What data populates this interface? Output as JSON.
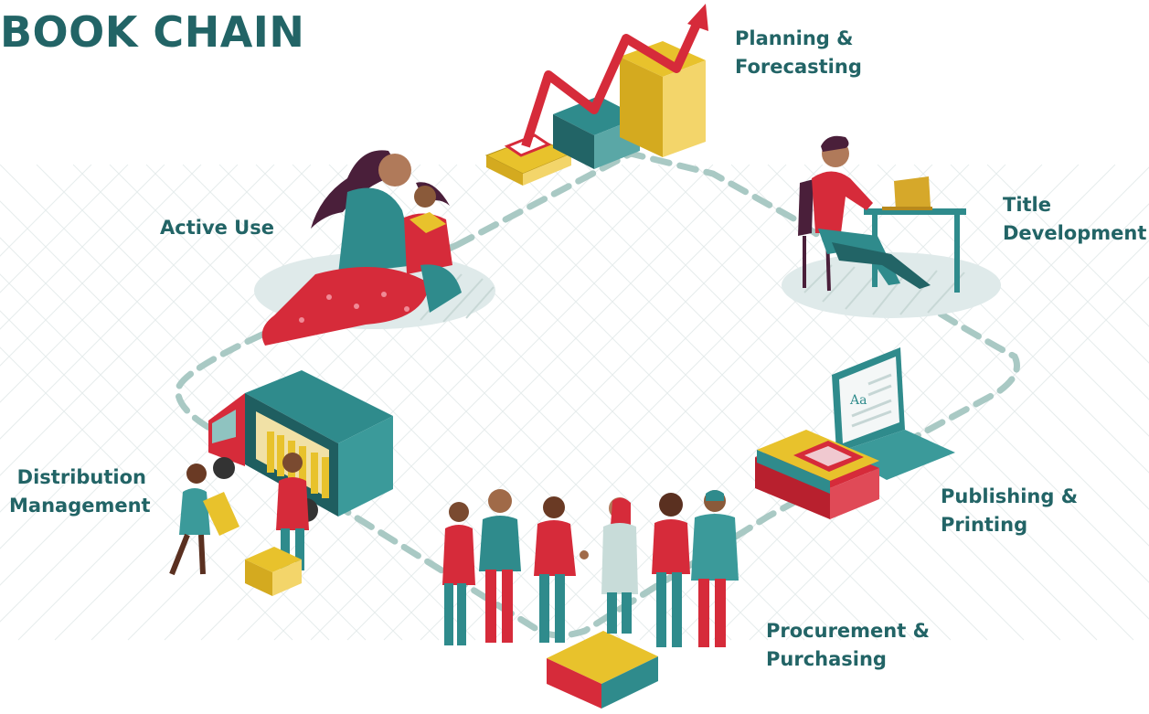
{
  "title": "BOOK CHAIN",
  "stages": {
    "planning": [
      "Planning &",
      "Forecasting"
    ],
    "title_dev": [
      "Title",
      "Development"
    ],
    "publishing": [
      "Publishing &",
      "Printing"
    ],
    "procurement": [
      "Procurement &",
      "Purchasing"
    ],
    "distribution": [
      "Distribution",
      "Management"
    ],
    "active_use": [
      "Active Use"
    ]
  },
  "colors": {
    "title_text": "#226466",
    "teal": "#2f8b8c",
    "dark_teal": "#226466",
    "red": "#d62b3a",
    "yellow": "#e8c22c",
    "dashed_path": "#a9c9c4",
    "grid": "#e6ecec"
  },
  "icons": [
    "trend-arrow-icon",
    "book-stack-icon",
    "calculator-icon",
    "laptop-icon",
    "truck-icon",
    "tablet-icon",
    "handshake-icon"
  ]
}
